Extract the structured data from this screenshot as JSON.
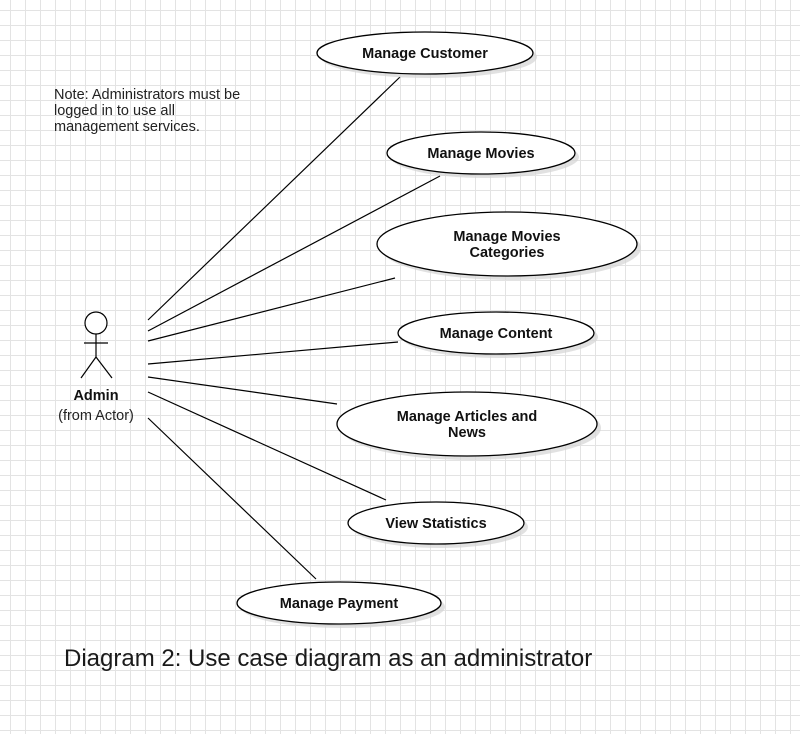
{
  "actor": {
    "name": "Admin",
    "stereotype": "(from Actor)"
  },
  "note": "Note: Administrators must be logged in to use all management services.",
  "use_cases": [
    {
      "id": "manage-customer",
      "lines": [
        "Manage Customer"
      ]
    },
    {
      "id": "manage-movies",
      "lines": [
        "Manage Movies"
      ]
    },
    {
      "id": "manage-movies-categories",
      "lines": [
        "Manage Movies",
        "Categories"
      ]
    },
    {
      "id": "manage-content",
      "lines": [
        "Manage Content"
      ]
    },
    {
      "id": "manage-articles-and-news",
      "lines": [
        "Manage Articles and",
        "News"
      ]
    },
    {
      "id": "view-statistics",
      "lines": [
        "View Statistics"
      ]
    },
    {
      "id": "manage-payment",
      "lines": [
        "Manage Payment"
      ]
    }
  ],
  "caption": "Diagram 2: Use case diagram as an administrator"
}
